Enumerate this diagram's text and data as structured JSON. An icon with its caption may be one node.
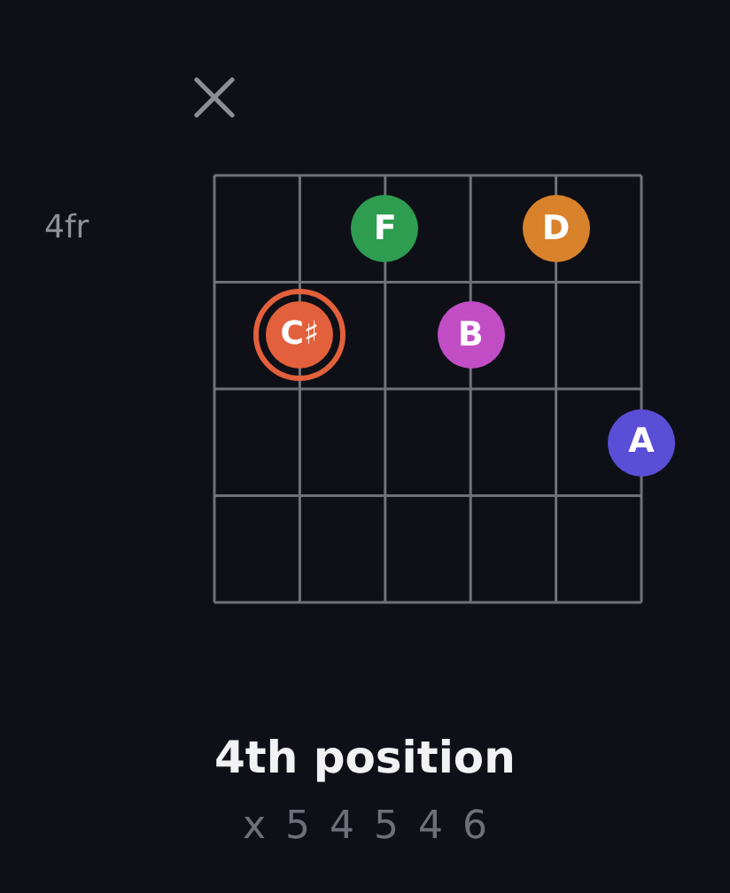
{
  "diagram": {
    "title": "4th position",
    "nodes": [
      {
        "text": [
          "F"
        ]
      },
      {
        "text": [
          "D"
        ]
      },
      {
        "text": [
          "C♯"
        ]
      },
      {
        "text": [
          "B"
        ]
      },
      {
        "text": [
          "A"
        ]
      }
    ],
    "labels": [
      "4fr",
      "x 5 4 5 4 6"
    ]
  }
}
